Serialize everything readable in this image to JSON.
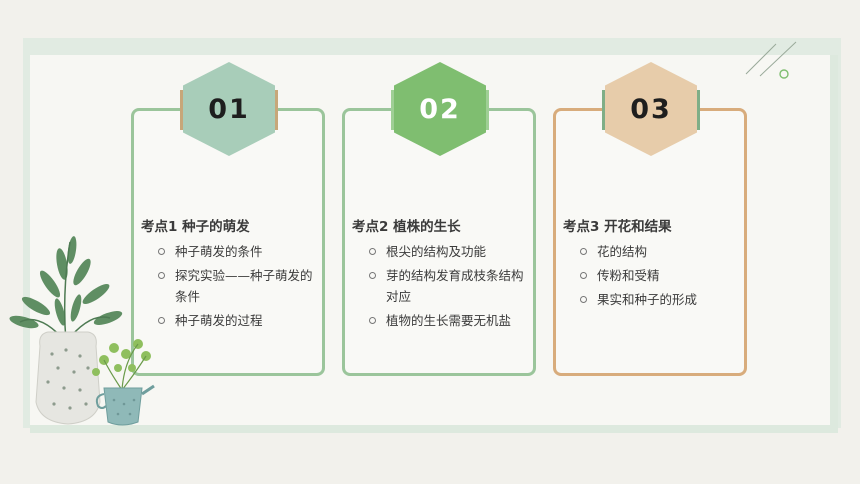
{
  "cards": [
    {
      "number": "01",
      "title": "考点1  种子的萌发",
      "items": [
        "种子萌发的条件",
        "探究实验——种子萌发的条件",
        "种子萌发的过程"
      ]
    },
    {
      "number": "02",
      "title": "考点2  植株的生长",
      "items": [
        "根尖的结构及功能",
        "芽的结构发育成枝条结构对应",
        "植物的生长需要无机盐"
      ]
    },
    {
      "number": "03",
      "title": "考点3  开花和结果",
      "items": [
        "花的结构",
        "传粉和受精",
        "果实和种子的形成"
      ]
    }
  ],
  "colors": {
    "card_border_green": "#9bc59b",
    "card_border_tan": "#d8ac7c",
    "hex_1": "#a8cdb9",
    "hex_2": "#7fbe70",
    "hex_3": "#e7ccaa"
  }
}
